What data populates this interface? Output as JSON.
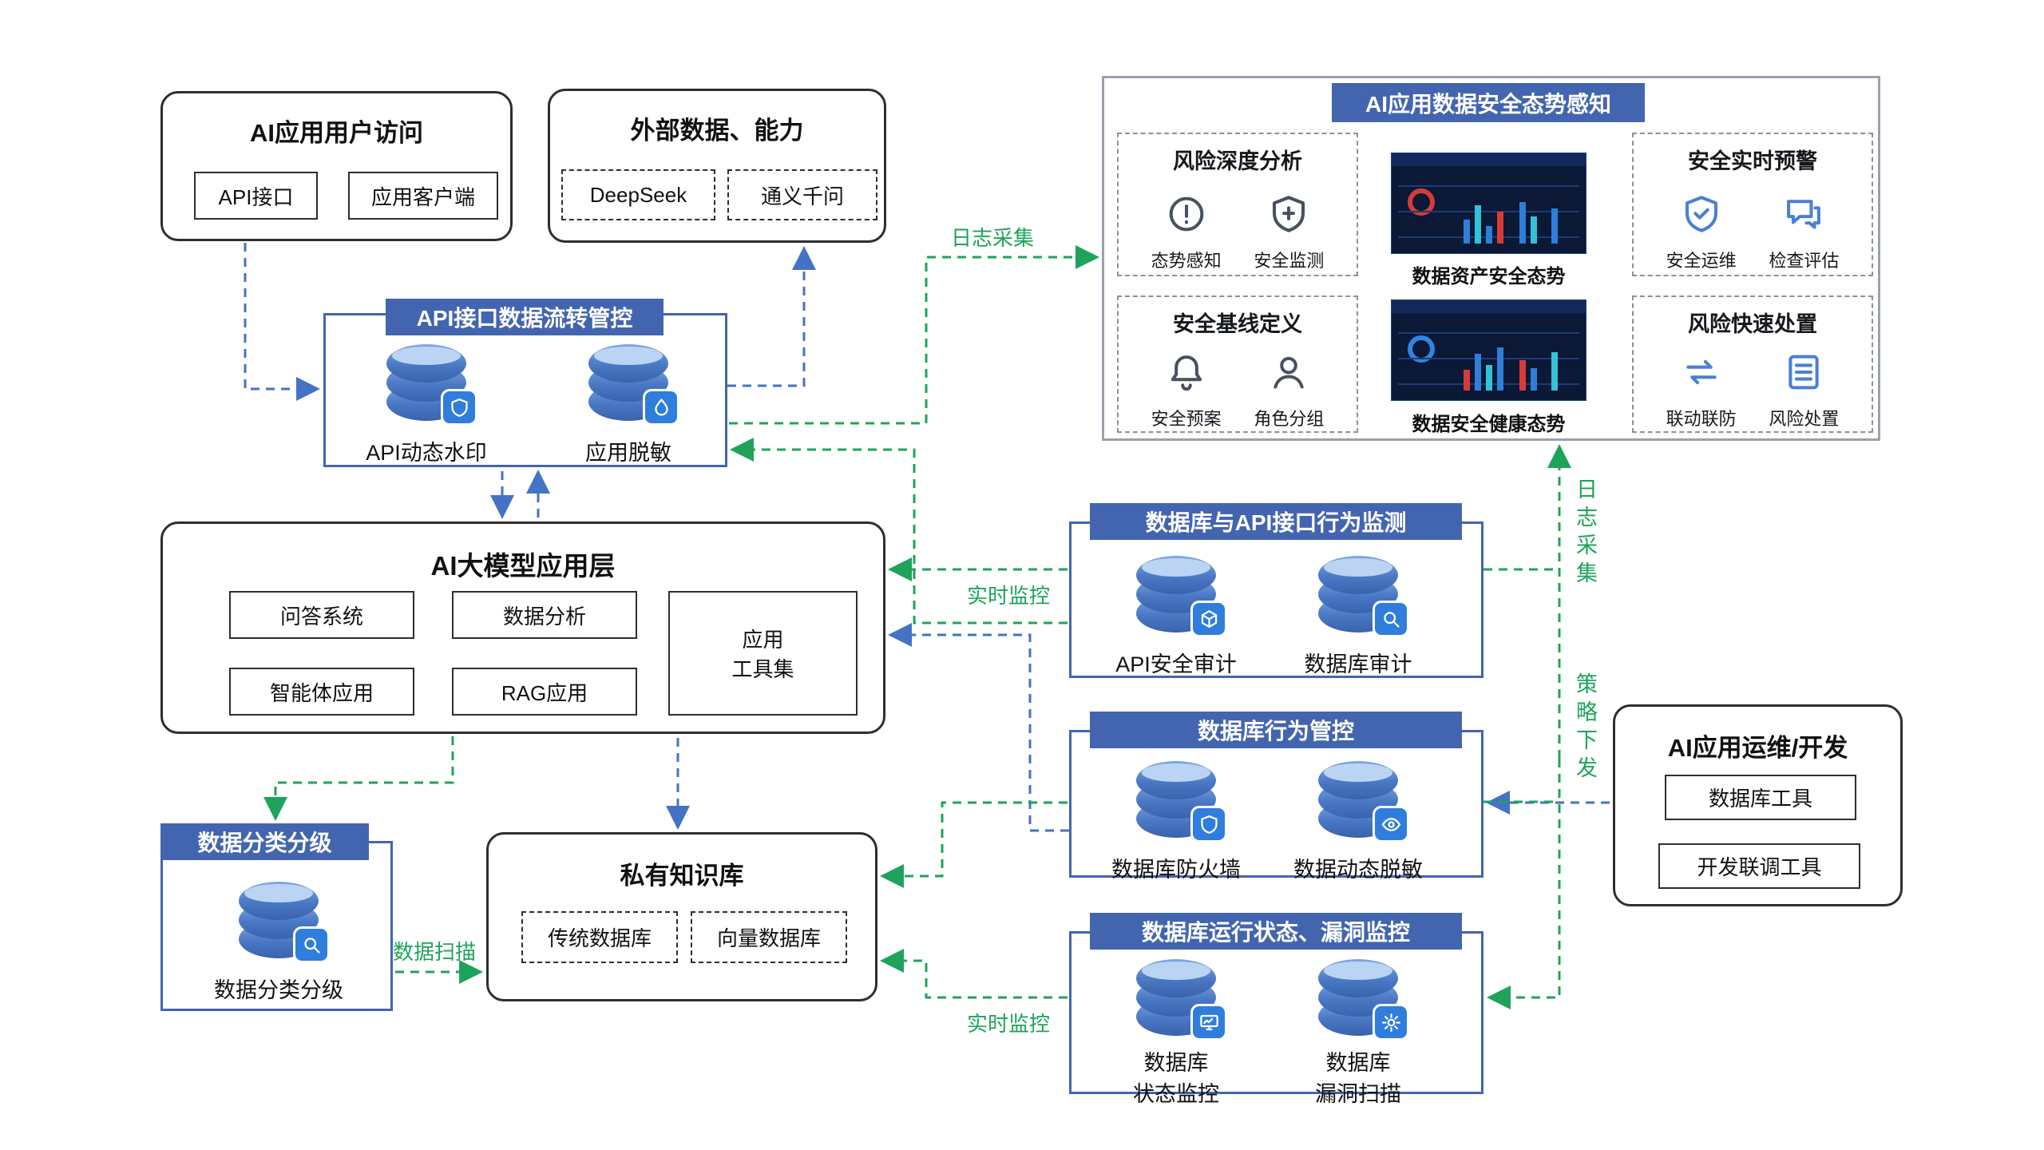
{
  "colors": {
    "header_blue": "#4365b0",
    "green_flow": "#1fa35b",
    "blue_flow": "#4472c4"
  },
  "user_access": {
    "title": "AI应用用户访问",
    "items": [
      "API接口",
      "应用客户端"
    ]
  },
  "external": {
    "title": "外部数据、能力",
    "items": [
      "DeepSeek",
      "通义千问"
    ]
  },
  "api_flow": {
    "title": "API接口数据流转管控",
    "items": [
      "API动态水印",
      "应用脱敏"
    ]
  },
  "ai_layer": {
    "title": "AI大模型应用层",
    "items": [
      "问答系统",
      "数据分析",
      "智能体应用",
      "RAG应用"
    ],
    "toolset": "应用\n工具集"
  },
  "classification": {
    "header": "数据分类分级",
    "caption": "数据分类分级"
  },
  "knowledge": {
    "title": "私有知识库",
    "items": [
      "传统数据库",
      "向量数据库"
    ]
  },
  "posture": {
    "title": "AI应用数据安全态势感知",
    "sections": [
      {
        "title": "风险深度分析",
        "items": [
          "态势感知",
          "安全监测"
        ]
      },
      {
        "title": "安全基线定义",
        "items": [
          "安全预案",
          "角色分组"
        ]
      },
      {
        "title": "安全实时预警",
        "items": [
          "安全运维",
          "检查评估"
        ]
      },
      {
        "title": "风险快速处置",
        "items": [
          "联动联防",
          "风险处置"
        ]
      }
    ],
    "dashboards": [
      "数据资产安全态势",
      "数据安全健康态势"
    ]
  },
  "db_api_monitor": {
    "title": "数据库与API接口行为监测",
    "items": [
      "API安全审计",
      "数据库审计"
    ]
  },
  "db_control": {
    "title": "数据库行为管控",
    "items": [
      "数据库防火墙",
      "数据动态脱敏"
    ]
  },
  "db_status": {
    "title": "数据库运行状态、漏洞监控",
    "items": [
      "数据库\n状态监控",
      "数据库\n漏洞扫描"
    ]
  },
  "ops_dev": {
    "title": "AI应用运维/开发",
    "items": [
      "数据库工具",
      "开发联调工具"
    ]
  },
  "flow_labels": {
    "log_top": "日志采集",
    "realtime_api": "实时监控",
    "realtime_db": "实时监控",
    "log_right": "日志采集",
    "policy": "策略下发",
    "scan": "数据扫描"
  }
}
